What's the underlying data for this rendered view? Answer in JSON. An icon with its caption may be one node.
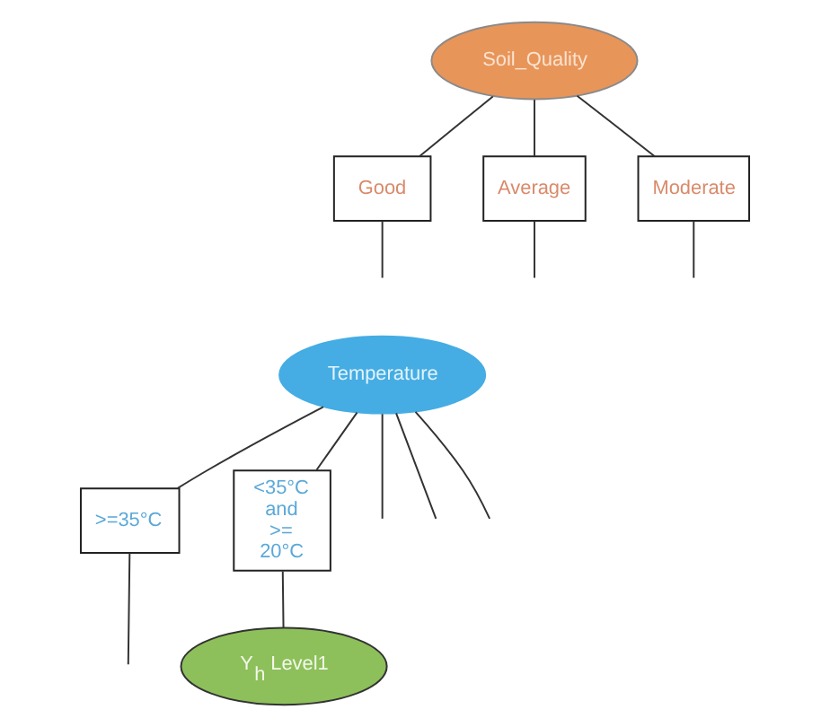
{
  "diagram": {
    "nodes": [
      {
        "text": [
          "Soil_Quality"
        ]
      },
      {
        "text": [
          "Good"
        ]
      },
      {
        "text": [
          "Average"
        ]
      },
      {
        "text": [
          "Moderate"
        ]
      },
      {
        "text": [
          "Temperature"
        ]
      },
      {
        "text": [
          ">=35°C"
        ]
      },
      {
        "text": [
          "<35°C and >= 20°C"
        ]
      },
      {
        "text": [
          "Y$_{h}$ Level1"
        ]
      }
    ],
    "edges": [
      {
        "from": 0,
        "to": 1,
        "arrow": "none"
      },
      {
        "from": 1,
        "to": null,
        "arrow": "none"
      },
      {
        "from": 0,
        "to": 2,
        "arrow": "none"
      },
      {
        "from": 2,
        "to": null,
        "arrow": "none"
      },
      {
        "from": 0,
        "to": 3,
        "arrow": "none"
      },
      {
        "from": 3,
        "to": null,
        "arrow": "none"
      },
      {
        "from": 4,
        "to": 5,
        "arrow": "none"
      },
      {
        "from": 5,
        "to": null,
        "arrow": "none"
      },
      {
        "from": 4,
        "to": 6,
        "arrow": "none"
      },
      {
        "from": 6,
        "to": 7,
        "arrow": "none"
      },
      {
        "from": 4,
        "to": null,
        "arrow": "none"
      },
      {
        "from": 4,
        "to": null,
        "arrow": "none"
      },
      {
        "from": 4,
        "to": null,
        "arrow": "none"
      }
    ]
  }
}
